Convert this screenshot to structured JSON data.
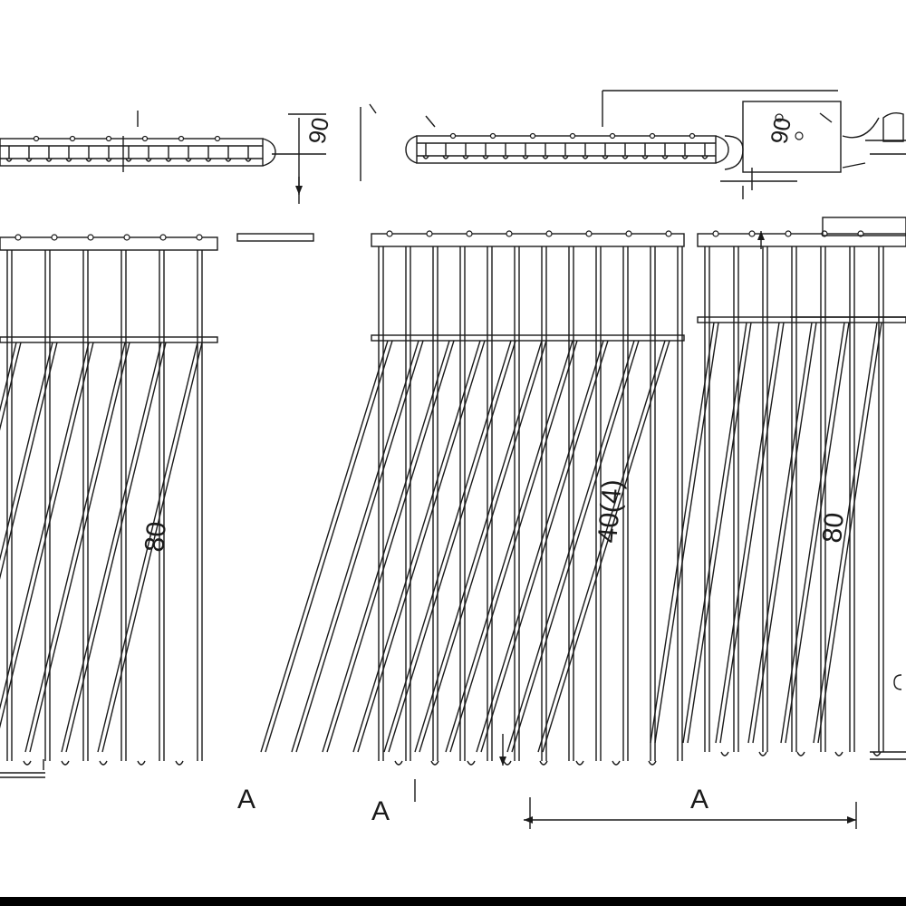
{
  "drawing": {
    "type": "technical drawing",
    "views": [
      {
        "id": "top-view-left"
      },
      {
        "id": "top-view-center"
      },
      {
        "id": "top-view-right"
      },
      {
        "id": "front-view-left"
      },
      {
        "id": "front-view-center"
      },
      {
        "id": "front-view-right"
      }
    ],
    "dimension_labels": {
      "top_left_depth": "90",
      "top_center_depth": "90",
      "front_left_height": "80",
      "front_center_height": "40(4)",
      "front_right_height": "80",
      "bottom_left_width": "A",
      "bottom_center_width": "A",
      "bottom_right_width": "A"
    }
  },
  "colors": {
    "line": "#1a1a1a",
    "background": "#ffffff",
    "bottom_bar": "#000000"
  }
}
